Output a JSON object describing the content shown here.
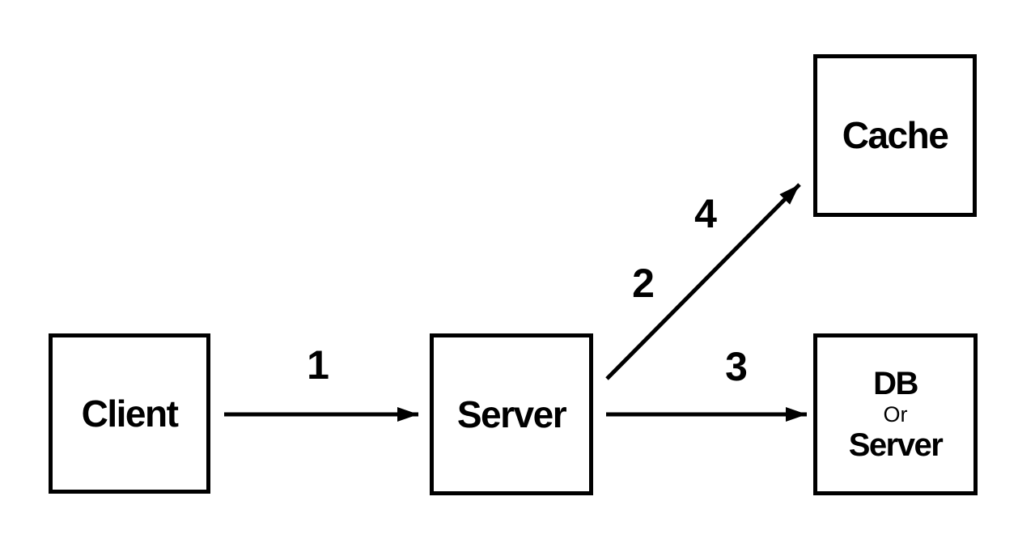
{
  "diagram": {
    "background_color": "#ffffff",
    "line_color": "#000000",
    "nodes": {
      "client": {
        "label": "Client"
      },
      "server": {
        "label": "Server"
      },
      "cache": {
        "label": "Cache"
      },
      "db": {
        "line1": "DB",
        "line2": "Or",
        "line3": "Server"
      }
    },
    "arrow_labels": {
      "step1": "1",
      "step2": "2",
      "step3": "3",
      "step4": "4"
    },
    "edges": [
      {
        "from": "Client",
        "to": "Server",
        "steps": [
          "1"
        ]
      },
      {
        "from": "Server",
        "to": "Cache",
        "steps": [
          "2",
          "4"
        ]
      },
      {
        "from": "Server",
        "to": "DB Or Server",
        "steps": [
          "3"
        ]
      }
    ]
  }
}
